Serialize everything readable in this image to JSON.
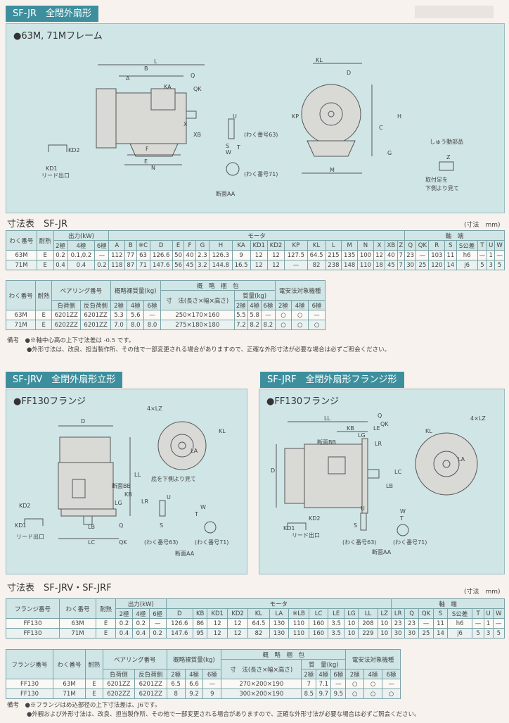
{
  "sections": {
    "jr": {
      "title": "SF-JR　全閉外扇形",
      "panel": "●63M, 71Mフレーム"
    },
    "jrv": {
      "title": "SF-JRV　全閉外扇形立形",
      "panel": "●FF130フランジ"
    },
    "jrf": {
      "title": "SF-JRF　全閉外扇形フランジ形",
      "panel": "●FF130フランジ"
    }
  },
  "drawings": {
    "jr": [
      "L",
      "A",
      "KA",
      "B",
      "Q",
      "QK",
      "KL",
      "D",
      "KP",
      "H",
      "G",
      "C",
      "XB",
      "X",
      "E",
      "F",
      "N",
      "M",
      "KD1",
      "KD2",
      "リード出口",
      "(わく番号63)",
      "(わく番号71)",
      "断面AA",
      "しゅう動部品",
      "取付足を",
      "下側より見て",
      "U",
      "S",
      "W",
      "T",
      "Z"
    ],
    "jrv": [
      "D",
      "4×LZ",
      "KL",
      "LL",
      "LG",
      "KB",
      "LR",
      "Q",
      "QK",
      "LB",
      "LC",
      "KD1",
      "KD2",
      "リード出口",
      "断面BB",
      "底を下側より見て",
      "(わく番号63)",
      "(わく番号71)",
      "断面AA",
      "LA",
      "U",
      "S",
      "W",
      "T"
    ],
    "jrf": [
      "LL",
      "KB",
      "LG",
      "LE",
      "Q",
      "QK",
      "LR",
      "4×LZ",
      "KL",
      "断面BB",
      "D",
      "LC",
      "LB",
      "LA",
      "KD1",
      "KD2",
      "リード出口",
      "(わく番号63)",
      "(わく番号71)",
      "断面AA",
      "U",
      "S",
      "W",
      "T"
    ]
  },
  "table1": {
    "title": "寸法表　SF-JR",
    "unit": "(寸法　mm)",
    "header": [
      [
        {
          "t": "わく番号",
          "rs": 2
        },
        {
          "t": "耐熱",
          "rs": 2
        },
        {
          "t": "出力(kW)",
          "cs": 3
        },
        {
          "t": "モータ",
          "cs": 19
        },
        {
          "t": "軸　端",
          "cs": 8
        }
      ],
      [
        {
          "t": "2極"
        },
        {
          "t": "4極"
        },
        {
          "t": "6極"
        },
        {
          "t": "A"
        },
        {
          "t": "B"
        },
        {
          "t": "※C"
        },
        {
          "t": "D"
        },
        {
          "t": "E"
        },
        {
          "t": "F"
        },
        {
          "t": "G"
        },
        {
          "t": "H"
        },
        {
          "t": "KA"
        },
        {
          "t": "KD1"
        },
        {
          "t": "KD2"
        },
        {
          "t": "KP"
        },
        {
          "t": "KL"
        },
        {
          "t": "L"
        },
        {
          "t": "M"
        },
        {
          "t": "N"
        },
        {
          "t": "X"
        },
        {
          "t": "XB"
        },
        {
          "t": "Z"
        },
        {
          "t": "Q"
        },
        {
          "t": "QK"
        },
        {
          "t": "R"
        },
        {
          "t": "S"
        },
        {
          "t": "S公差"
        },
        {
          "t": "T"
        },
        {
          "t": "U"
        },
        {
          "t": "W"
        }
      ]
    ],
    "rows": [
      [
        "63M",
        "E",
        "0.2",
        "0.1,0.2",
        "—",
        "112",
        "77",
        "63",
        "126.6",
        "50",
        "40",
        "2.3",
        "126.3",
        "9",
        "12",
        "12",
        "127.5",
        "64.5",
        "215",
        "135",
        "100",
        "12",
        "40",
        "7",
        "23",
        "—",
        "103",
        "11",
        "h6",
        "—",
        "1",
        "—"
      ],
      [
        "71M",
        "E",
        "0.4",
        "0.4",
        "0.2",
        "118",
        "87",
        "71",
        "147.6",
        "56",
        "45",
        "3.2",
        "144.8",
        "16.5",
        "12",
        "12",
        "—",
        "82",
        "238",
        "148",
        "110",
        "18",
        "45",
        "7",
        "30",
        "25",
        "120",
        "14",
        "j6",
        "5",
        "3",
        "5"
      ]
    ]
  },
  "table2": {
    "header": [
      [
        {
          "t": "わく番号",
          "rs": 3
        },
        {
          "t": "耐熱",
          "rs": 3
        },
        {
          "t": "ベアリング番号",
          "cs": 2,
          "rs": 2
        },
        {
          "t": "概略裸質量(kg)",
          "cs": 3,
          "rs": 2
        },
        {
          "t": "概　略　梱　包",
          "cs": 4
        },
        {
          "t": "電安法対象機種",
          "cs": 3,
          "rs": 2
        }
      ],
      [
        {
          "t": "寸　法(長さ×幅×高さ)",
          "rs": 2
        },
        {
          "t": "質量(kg)",
          "cs": 3
        }
      ],
      [
        {
          "t": "負荷側"
        },
        {
          "t": "反負荷側"
        },
        {
          "t": "2極"
        },
        {
          "t": "4極"
        },
        {
          "t": "6極"
        },
        {
          "t": "2極"
        },
        {
          "t": "4極"
        },
        {
          "t": "6極"
        },
        {
          "t": "2極"
        },
        {
          "t": "4極"
        },
        {
          "t": "6極"
        }
      ]
    ],
    "rows": [
      [
        "63M",
        "E",
        "6201ZZ",
        "6201ZZ",
        "5.3",
        "5.6",
        "—",
        "250×170×160",
        "5.5",
        "5.8",
        "—",
        "○",
        "○",
        "—"
      ],
      [
        "71M",
        "E",
        "6202ZZ",
        "6201ZZ",
        "7.0",
        "8.0",
        "8.0",
        "275×180×180",
        "7.2",
        "8.2",
        "8.2",
        "○",
        "○",
        "○"
      ]
    ],
    "notes": [
      "備考　●※軸中心高の上下寸法差は -0.5 です。",
      "●外形寸法は、改良、担当製作所、その他で一部変更される場合がありますので、正確な外形寸法が必要な場合は必ずご照会ください。"
    ]
  },
  "table3": {
    "title": "寸法表　SF-JRV・SF-JRF",
    "unit": "(寸法　mm)",
    "header": [
      [
        {
          "t": "フランジ番号",
          "rs": 2
        },
        {
          "t": "わく番号",
          "rs": 2
        },
        {
          "t": "耐熱",
          "rs": 2
        },
        {
          "t": "出力(kW)",
          "cs": 3
        },
        {
          "t": "モータ",
          "cs": 12
        },
        {
          "t": "軸　端",
          "cs": 8
        }
      ],
      [
        {
          "t": "2極"
        },
        {
          "t": "4極"
        },
        {
          "t": "6極"
        },
        {
          "t": "D"
        },
        {
          "t": "KB"
        },
        {
          "t": "KD1"
        },
        {
          "t": "KD2"
        },
        {
          "t": "KL"
        },
        {
          "t": "LA"
        },
        {
          "t": "※LB"
        },
        {
          "t": "LC"
        },
        {
          "t": "LE"
        },
        {
          "t": "LG"
        },
        {
          "t": "LL"
        },
        {
          "t": "LZ"
        },
        {
          "t": "LR"
        },
        {
          "t": "Q"
        },
        {
          "t": "QK"
        },
        {
          "t": "S"
        },
        {
          "t": "S公差"
        },
        {
          "t": "T"
        },
        {
          "t": "U"
        },
        {
          "t": "W"
        }
      ]
    ],
    "rows": [
      [
        "FF130",
        "63M",
        "E",
        "0.2",
        "0.2",
        "—",
        "126.6",
        "86",
        "12",
        "12",
        "64.5",
        "130",
        "110",
        "160",
        "3.5",
        "10",
        "208",
        "10",
        "23",
        "23",
        "—",
        "11",
        "h6",
        "—",
        "1",
        "—"
      ],
      [
        "FF130",
        "71M",
        "E",
        "0.4",
        "0.4",
        "0.2",
        "147.6",
        "95",
        "12",
        "12",
        "82",
        "130",
        "110",
        "160",
        "3.5",
        "10",
        "229",
        "10",
        "30",
        "30",
        "25",
        "14",
        "j6",
        "5",
        "3",
        "5"
      ]
    ]
  },
  "table4": {
    "header": [
      [
        {
          "t": "フランジ番号",
          "rs": 3
        },
        {
          "t": "わく番号",
          "rs": 3
        },
        {
          "t": "耐熱",
          "rs": 3
        },
        {
          "t": "ベアリング番号",
          "cs": 2,
          "rs": 2
        },
        {
          "t": "概略裸質量(kg)",
          "cs": 3,
          "rs": 2
        },
        {
          "t": "概　略　梱　包",
          "cs": 4
        },
        {
          "t": "電安法対象機種",
          "cs": 3,
          "rs": 2
        }
      ],
      [
        {
          "t": "寸　法(長さ×幅×高さ)",
          "rs": 2
        },
        {
          "t": "質　量(kg)",
          "cs": 3
        }
      ],
      [
        {
          "t": "負荷側"
        },
        {
          "t": "反負荷側"
        },
        {
          "t": "2極"
        },
        {
          "t": "4極"
        },
        {
          "t": "6極"
        },
        {
          "t": "2極"
        },
        {
          "t": "4極"
        },
        {
          "t": "6極"
        },
        {
          "t": "2極"
        },
        {
          "t": "4極"
        },
        {
          "t": "6極"
        }
      ]
    ],
    "rows": [
      [
        "FF130",
        "63M",
        "E",
        "6201ZZ",
        "6201ZZ",
        "6.5",
        "6.6",
        "—",
        "270×200×190",
        "7",
        "7.1",
        "—",
        "○",
        "○",
        "—"
      ],
      [
        "FF130",
        "71M",
        "E",
        "6202ZZ",
        "6201ZZ",
        "8",
        "9.2",
        "9",
        "300×200×190",
        "8.5",
        "9.7",
        "9.5",
        "○",
        "○",
        "○"
      ]
    ],
    "notes": [
      "備考　●※フランジはめ込部径の上下寸法差は、j6です。",
      "●外観および外形寸法は、改良、担当製作所、その他で一部変更される場合がありますので、正確な外形寸法が必要な場合は必ずご照会ください。"
    ]
  }
}
